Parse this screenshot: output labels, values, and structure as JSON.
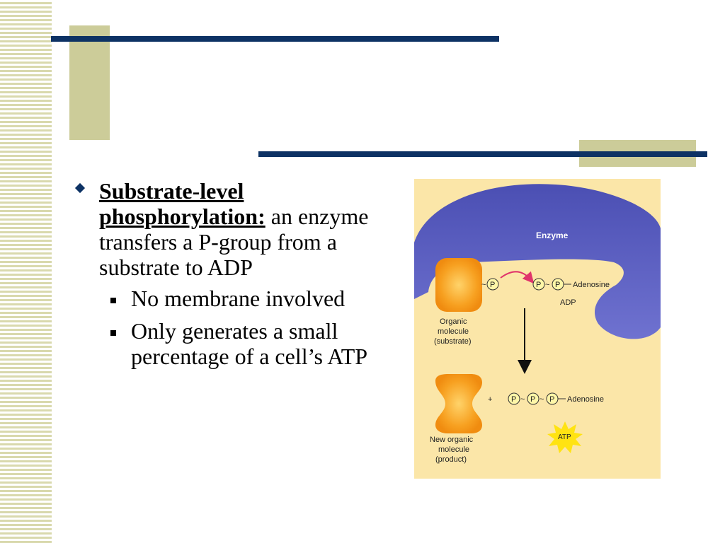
{
  "slide": {
    "term": "Substrate-level phosphorylation:",
    "definition": "an enzyme transfers a P-group from a substrate to ADP",
    "sub_bullets": [
      "No membrane involved",
      "Only generates a small percentage of a cell’s ATP"
    ]
  },
  "figure": {
    "enzyme_label": "Enzyme",
    "phosphate_label": "P",
    "adenosine_label": "Adenosine",
    "adp_label": "ADP",
    "substrate_label_lines": [
      "Organic",
      "molecule",
      "(substrate)"
    ],
    "plus_sign": "+",
    "product_label_lines": [
      "New organic",
      "molecule",
      "(product)"
    ],
    "atp_label": "ATP"
  },
  "colors": {
    "navy": "#0d3264",
    "tan": "#cccc99",
    "figure_bg": "#fbe6a8",
    "enzyme": "#5b5fc0",
    "molecule": "#f7a020",
    "atp_star": "#ffe312"
  }
}
